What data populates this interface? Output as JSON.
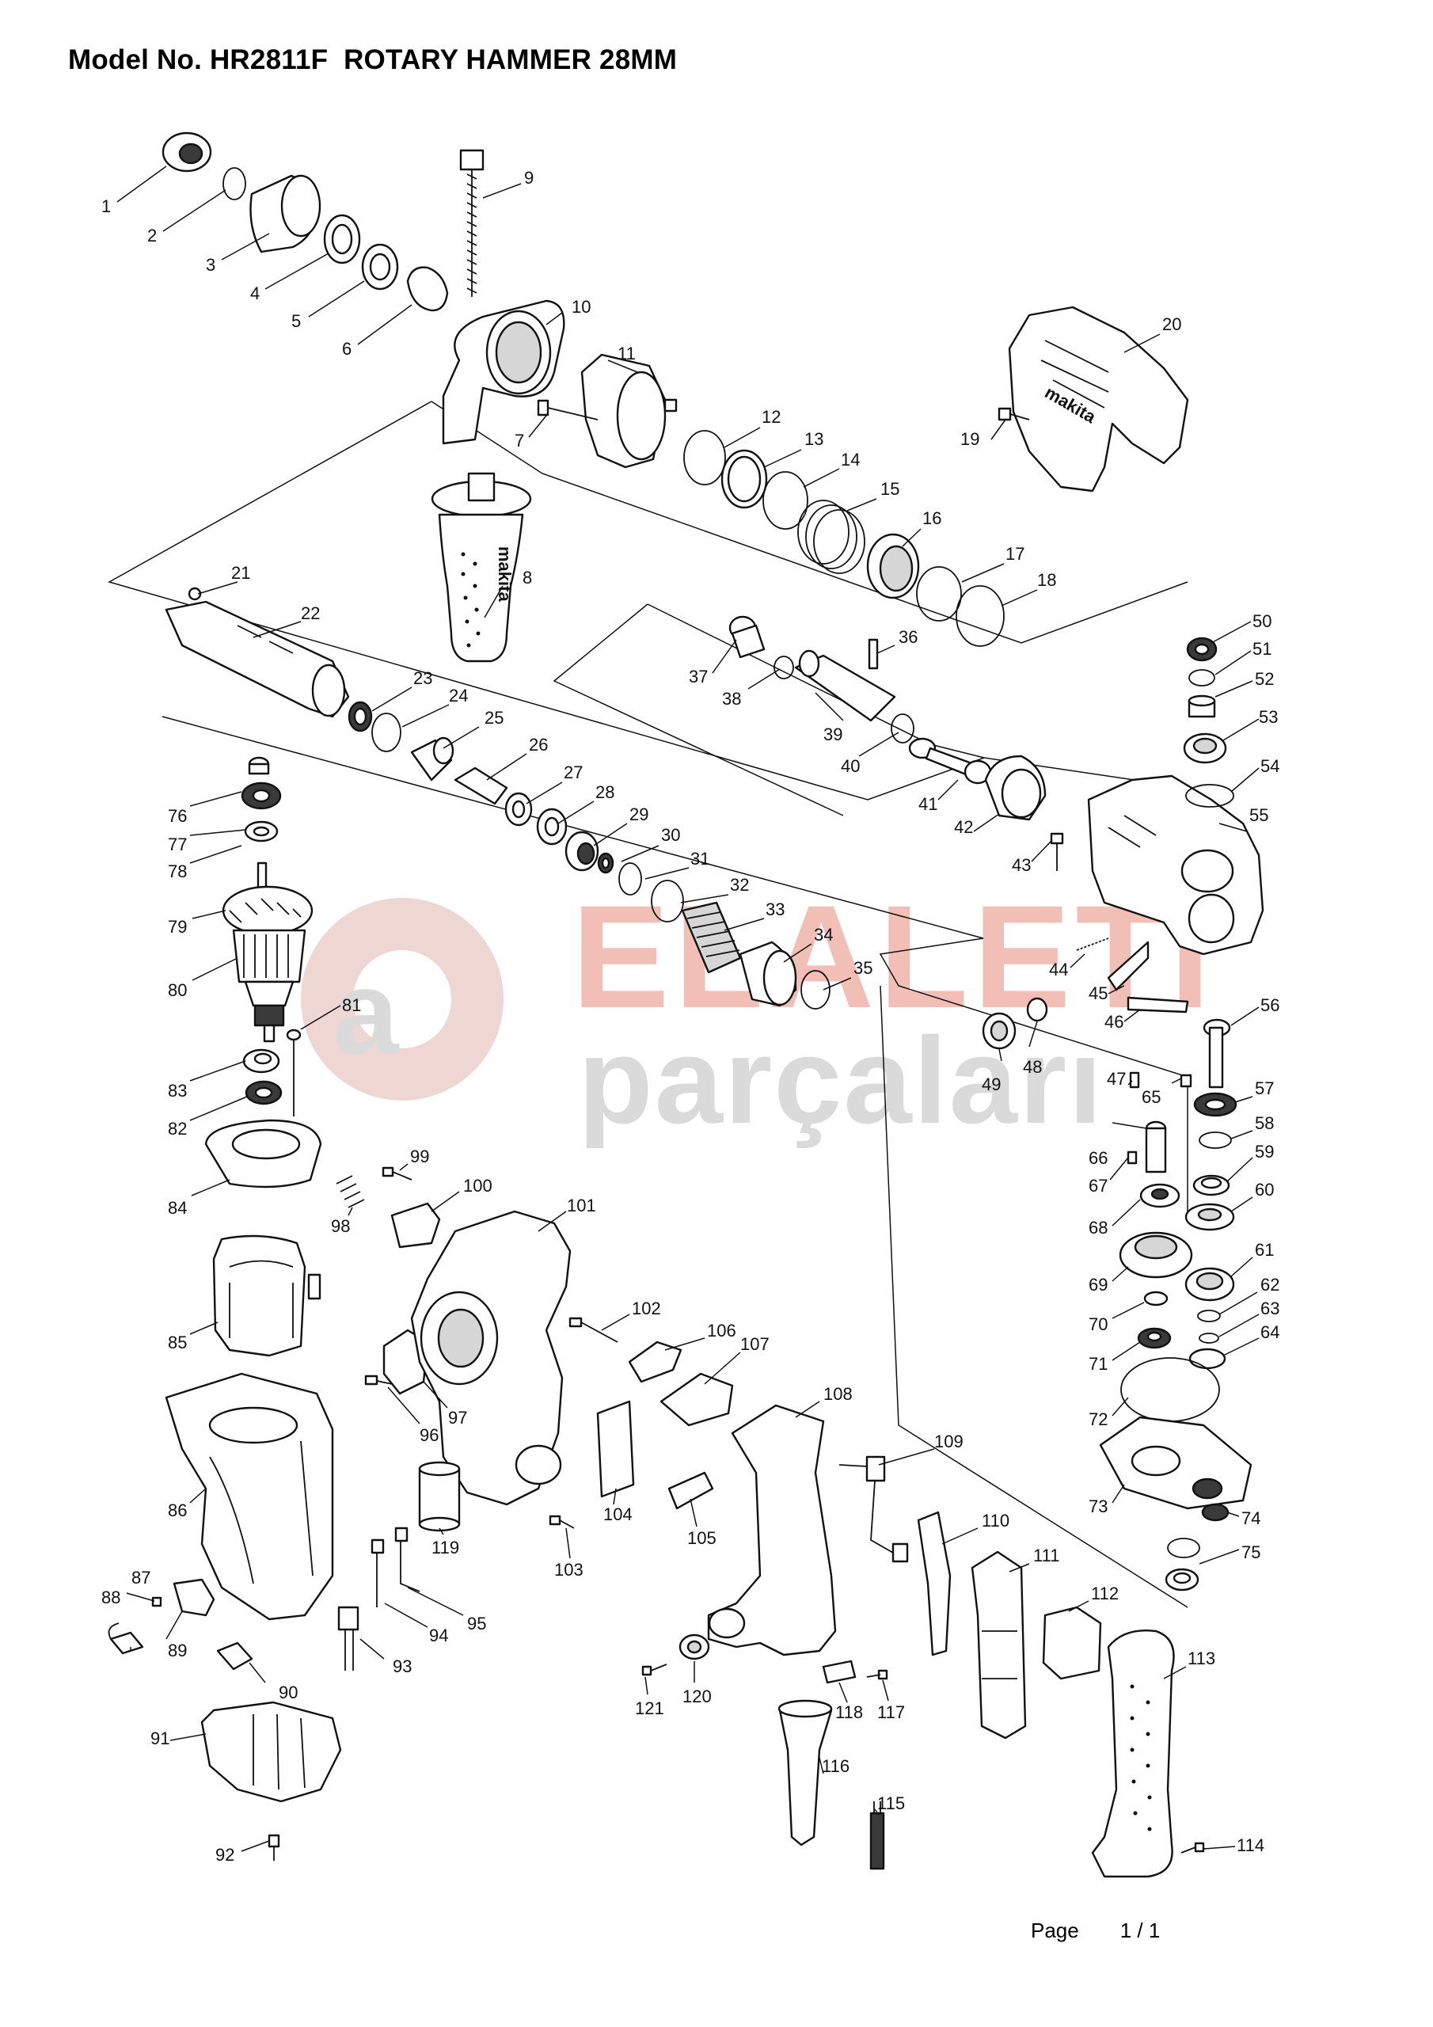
{
  "title": {
    "model_prefix": "Model No.",
    "model": "HR2811F",
    "name": "ROTARY HAMMER 28MM"
  },
  "watermark": {
    "brand_top": "ELALETI",
    "brand_bottom": "parçaları",
    "color_top": "#e98b7d",
    "color_bottom": "#bdbdbd",
    "logo_color": "#d7a39a"
  },
  "page": {
    "label": "Page",
    "number": "1 / 1"
  },
  "part_numbers": [
    "1",
    "2",
    "3",
    "4",
    "5",
    "6",
    "7",
    "8",
    "9",
    "10",
    "11",
    "12",
    "13",
    "14",
    "15",
    "16",
    "17",
    "18",
    "19",
    "20",
    "21",
    "22",
    "23",
    "24",
    "25",
    "26",
    "27",
    "28",
    "29",
    "30",
    "31",
    "32",
    "33",
    "34",
    "35",
    "36",
    "37",
    "38",
    "39",
    "40",
    "41",
    "42",
    "43",
    "44",
    "45",
    "46",
    "47",
    "48",
    "49",
    "50",
    "51",
    "52",
    "53",
    "54",
    "55",
    "56",
    "57",
    "58",
    "59",
    "60",
    "61",
    "62",
    "63",
    "64",
    "65",
    "66",
    "67",
    "68",
    "69",
    "70",
    "71",
    "72",
    "73",
    "74",
    "75",
    "76",
    "77",
    "78",
    "79",
    "80",
    "81",
    "82",
    "83",
    "84",
    "85",
    "86",
    "87",
    "88",
    "89",
    "90",
    "91",
    "92",
    "93",
    "94",
    "95",
    "96",
    "97",
    "98",
    "99",
    "100",
    "101",
    "102",
    "103",
    "104",
    "105",
    "106",
    "107",
    "108",
    "109",
    "110",
    "111",
    "112",
    "113",
    "114",
    "115",
    "116",
    "117",
    "118",
    "119",
    "120",
    "121"
  ],
  "brand_marks": {
    "casing": "makita",
    "side_grip": "makita"
  }
}
